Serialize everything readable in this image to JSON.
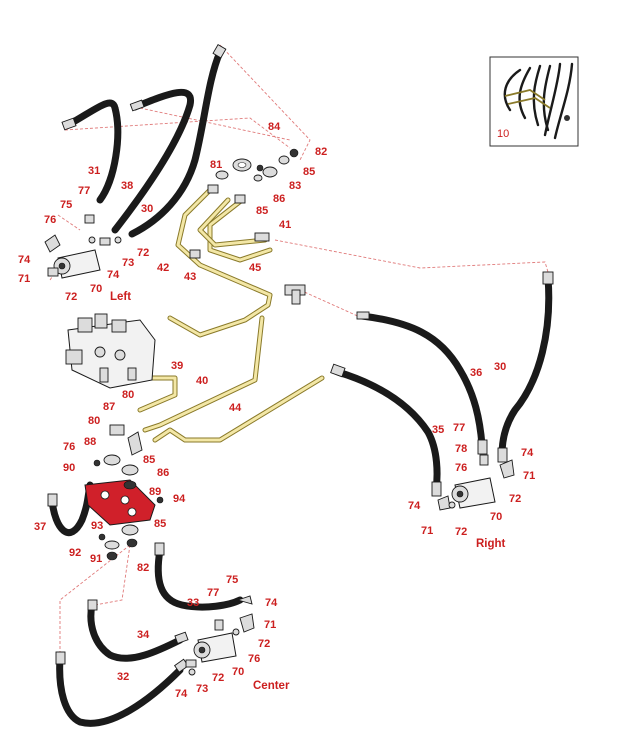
{
  "inset": {
    "label": "10"
  },
  "groups": {
    "left": "Left",
    "right": "Right",
    "center": "Center"
  },
  "callouts": {
    "c84": "84",
    "c82a": "82",
    "c81": "81",
    "c85a": "85",
    "c83": "83",
    "c85b": "85",
    "c86a": "86",
    "c41": "41",
    "c31": "31",
    "c38": "38",
    "c77a": "77",
    "c75a": "75",
    "c30a": "30",
    "c76a": "76",
    "c72a": "72",
    "c73a": "73",
    "c74a": "74",
    "c71a": "71",
    "c74b": "74",
    "c72b": "72",
    "c70a": "70",
    "c42": "42",
    "c43": "43",
    "c45": "45",
    "c39": "39",
    "c40": "40",
    "c80a": "80",
    "c87": "87",
    "c80b": "80",
    "c44": "44",
    "c76b": "76",
    "c88": "88",
    "c85c": "85",
    "c90": "90",
    "c86b": "86",
    "c89": "89",
    "c94": "94",
    "c85d": "85",
    "c37": "37",
    "c93": "93",
    "c92": "92",
    "c91": "91",
    "c82b": "82",
    "c36": "36",
    "c30b": "30",
    "c35": "35",
    "c77b": "77",
    "c78": "78",
    "c76c": "76",
    "c74c": "74",
    "c71b": "71",
    "c72c": "72",
    "c74d": "74",
    "c70b": "70",
    "c71c": "71",
    "c72d": "72",
    "c75b": "75",
    "c77c": "77",
    "c33": "33",
    "c74e": "74",
    "c71d": "71",
    "c34": "34",
    "c72e": "72",
    "c76d": "76",
    "c32": "32",
    "c70c": "70",
    "c72f": "72",
    "c73b": "73",
    "c74f": "74"
  },
  "colors": {
    "callout": "#cc1f1f",
    "hose": "#1a1a1a",
    "tube": "#f3e7a6",
    "bracket": "#d0202a",
    "leader": "#e07a7a"
  }
}
